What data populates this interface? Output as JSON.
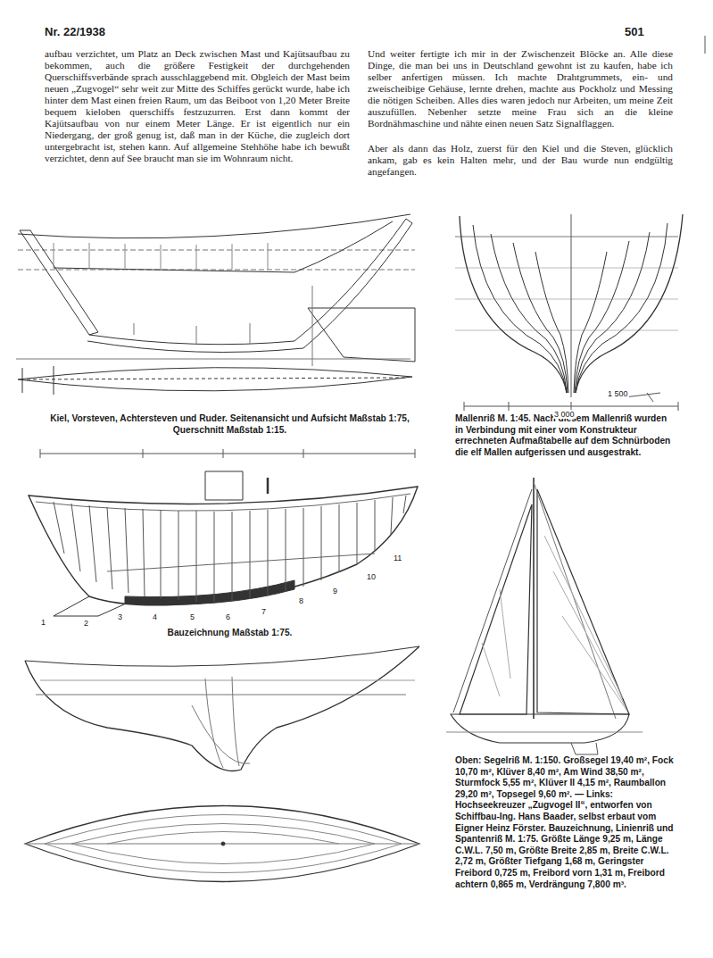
{
  "diagram": {
    "labels": [
      "Nr. 22/1938",
      "501",
      "aufbau verzichtet, um Platz an Deck zwischen Mast und Kajütsaufbau zu bekommen, auch die größere Festigkeit der durchgehenden Querschiffsverbände sprach ausschlaggebend mit. Obgleich der Mast beim neuen „Zugvogel“ sehr weit zur Mitte des Schiffes gerückt wurde, habe ich hinter dem Mast einen freien Raum, um das Beiboot von 1,20 Meter Breite bequem kieloben querschiffs festzuzurren. Erst dann kommt der Kajütsaufbau von nur einem Meter Länge. Er ist eigentlich nur ein Niedergang, der groß genug ist, daß man in der Küche, die zugleich dort untergebracht ist, stehen kann. Auf allgemeine Stehhöhe habe ich bewußt verzichtet, denn auf See braucht man sie im Wohnraum nicht.",
      "Und weiter fertigte ich mir in der Zwischenzeit Blöcke an. Alle diese Dinge, die man bei uns in Deutschland gewohnt ist zu kaufen, habe ich selber anfertigen müssen. Ich machte Drahtgrummets, ein- und zweischeibige Gehäuse, lernte drehen, machte aus Pockholz und Messing die nötigen Scheiben. Alles dies waren jedoch nur Arbeiten, um meine Zeit auszufüllen. Nebenher setzte meine Frau sich an die kleine Bordnähmaschine und nähte einen neuen Satz Signalflaggen.",
      "Aber als dann das Holz, zuerst für den Kiel und die Steven, glücklich ankam, gab es kein Halten mehr, und der Bau wurde nun endgültig angefangen.",
      "Kiel, Vorsteven, Achtersteven und Ruder. Seitenansicht und Aufsicht Maßstab 1:75, Querschnitt Maßstab 1:15.",
      "Mallenriß M. 1:45. Nach diesem Mallenriß wurden in Verbindung mit einer vom Konstrukteur errechneten Aufmaßtabelle auf dem Schnürboden die elf Mallen aufgerissen und ausgestrakt.",
      "1",
      "2",
      "3",
      "4",
      "5",
      "6",
      "7",
      "8",
      "9",
      "10",
      "11",
      "1 500",
      "3 000",
      "Bauzeichnung Maßstab 1:75.",
      "Oben: Segelriß M. 1:150. Großsegel 19,40 m², Fock 10,70 m², Klüver 8,40 m², Am Wind 38,50 m², Sturmfock 5,55 m², Klüver II 4,15 m², Raumballon 29,20 m², Topsegel 9,60 m². — Links: Hochseekreuzer „Zugvogel II“, entworfen von Schiffbau-Ing. Hans Baader, selbst erbaut vom Eigner Heinz Förster. Bauzeichnung, Linienriß und Spantenriß M. 1:75. Größte Länge 9,25 m, Länge C.W.L. 7,50 m, Größte Breite 2,85 m, Breite C.W.L. 2,72 m, Größter Tiefgang 1,68 m, Geringster Freibord 0,725 m, Freibord vorn 1,31 m, Freibord achtern 0,865 m, Verdrängung 7,800 m³."
    ]
  }
}
